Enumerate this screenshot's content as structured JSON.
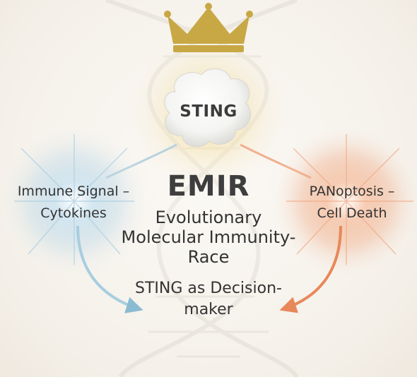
{
  "top_node": {
    "label": "STING",
    "icon": "crown-icon"
  },
  "center": {
    "title": "EMIR",
    "subtitle": "Evolutionary Molecular Immunity-Race"
  },
  "left_node": {
    "label": "Immune Signal – Cytokines",
    "color": "#7fb4cf"
  },
  "right_node": {
    "label": "PANoptosis – Cell Death",
    "color": "#e8875a"
  },
  "footer": {
    "label": "STING as Decision-maker"
  },
  "colors": {
    "crown": "#c8a845",
    "glow": "#f3d78a",
    "blue": "#7fb4cf",
    "orange": "#e8875a",
    "text": "#333333"
  }
}
